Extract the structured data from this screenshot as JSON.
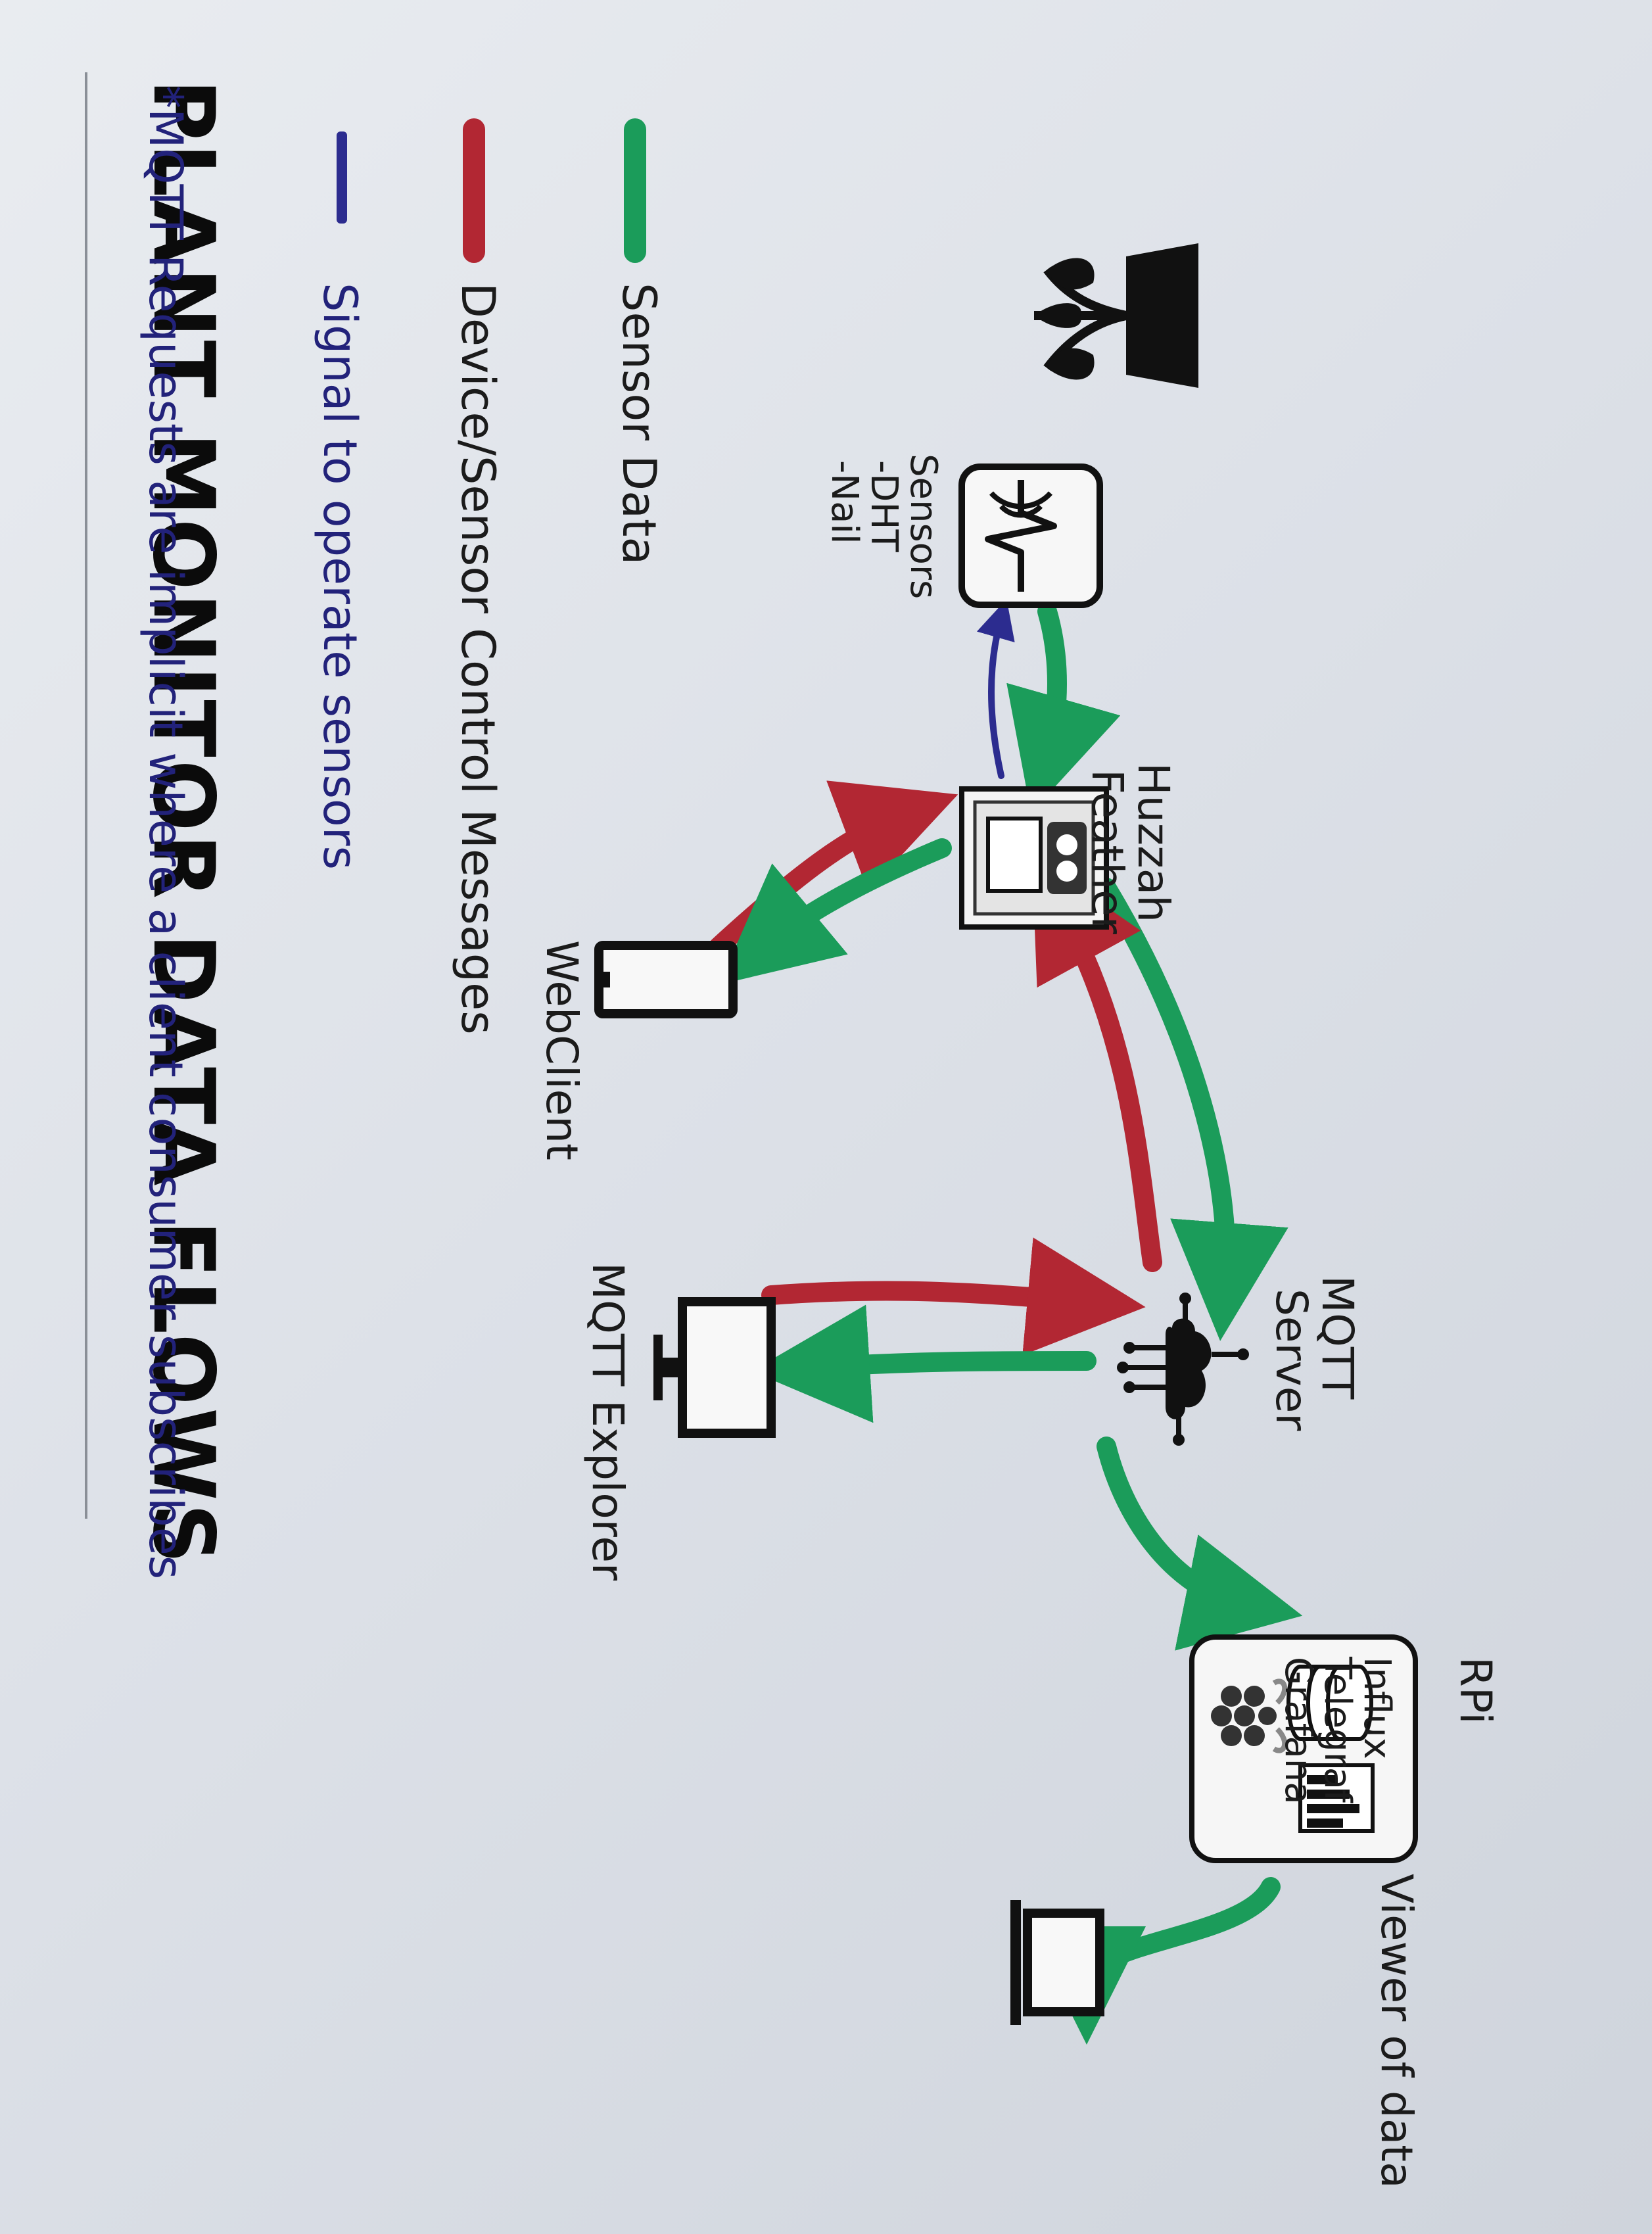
{
  "title": "PLANT MONITOR DATA FLOWS",
  "colors": {
    "sensor_data": "#1b9c5a",
    "control_messages": "#b22733",
    "signal": "#2c2c8f",
    "ink": "#111111"
  },
  "nodes": {
    "plant": {
      "icon": "potted-plant-icon"
    },
    "sensors": {
      "label": "Sensors",
      "items": [
        "-DHT",
        "-Nail"
      ],
      "icon": "sensor-signal-icon"
    },
    "huzzah": {
      "label_line1": "Huzzah",
      "label_line2": "Feather",
      "icon": "microcontroller-icon"
    },
    "webclient": {
      "label": "WebClient",
      "icon": "smartphone-icon"
    },
    "mqtt_server": {
      "label_line1": "MQTT",
      "label_line2": "Server",
      "icon": "mqtt-cloud-icon"
    },
    "mqtt_explorer": {
      "label": "MQTT Explorer",
      "icon": "monitor-icon"
    },
    "rpi": {
      "label": "RPi",
      "services": [
        "Influx",
        "Telegraf",
        "Grafana"
      ],
      "icon": "raspberry-pi-server-icon"
    },
    "viewer": {
      "label": "Viewer of data",
      "icon": "laptop-icon"
    }
  },
  "legend": [
    {
      "color": "green",
      "label": "Sensor Data"
    },
    {
      "color": "red",
      "label": "Device/Sensor Control Messages"
    },
    {
      "color": "blue",
      "label": "Signal to operate sensors"
    }
  ],
  "footnote": "*MQTT Requests are implicit where a client consumer subscribes"
}
